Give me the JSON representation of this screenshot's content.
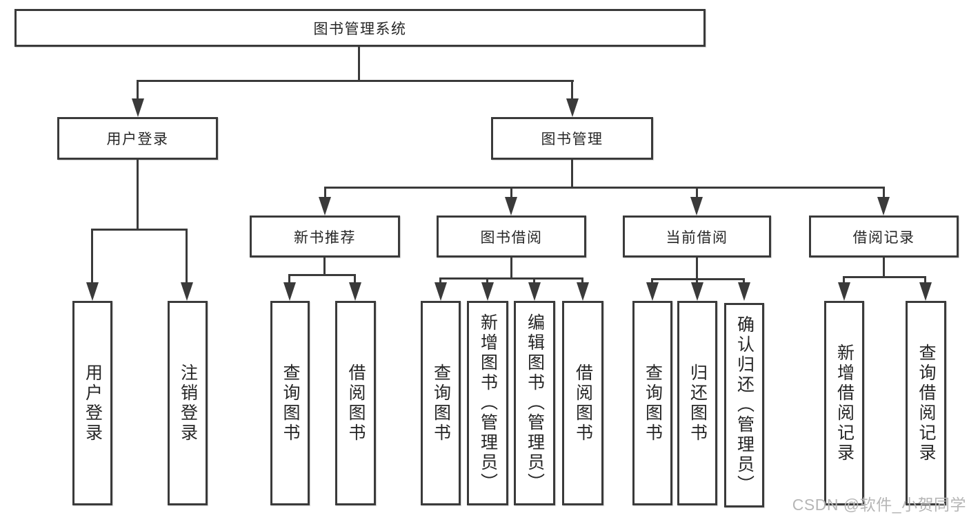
{
  "diagram": {
    "root": {
      "label": "图书管理系统"
    },
    "level1": {
      "user_login": "用户登录",
      "book_management": "图书管理"
    },
    "level2": {
      "new_book_recommend": "新书推荐",
      "book_borrow": "图书借阅",
      "current_borrow": "当前借阅",
      "borrow_records": "借阅记录"
    },
    "leaves": {
      "user_login": [
        "用户登录",
        "注销登录"
      ],
      "new_book_recommend": [
        "查询图书",
        "借阅图书"
      ],
      "book_borrow": [
        "查询图书",
        "新增图书（管理员）",
        "编辑图书（管理员）",
        "借阅图书"
      ],
      "current_borrow": [
        "查询图书",
        "归还图书",
        "确认归还（管理员）"
      ],
      "borrow_records": [
        "新增借阅记录",
        "查询借阅记录"
      ]
    }
  },
  "watermark": "CSDN @软件_小贺同学",
  "colors": {
    "line": "#3a3a3a",
    "text": "#262626",
    "watermark": "#b6b6b6",
    "background": "#ffffff"
  }
}
